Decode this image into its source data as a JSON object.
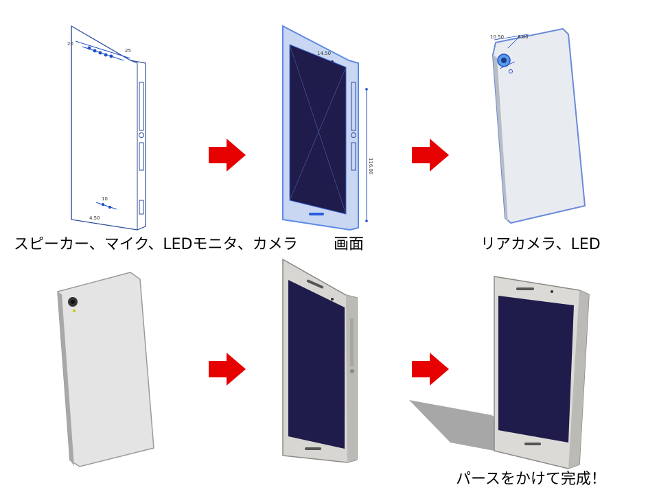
{
  "captions": {
    "step1": "スピーカー、マイク、LEDモニタ、カメラ",
    "step2": "画面",
    "step3": "リアカメラ、LED",
    "step6": "パースをかけて完成！"
  },
  "dimensions": {
    "d1": "20",
    "d2": "25",
    "d3": "14.50",
    "d4": "116.80",
    "d5": "10.50",
    "d6": "8.80",
    "d7": "10",
    "d8": "4.50"
  },
  "colors": {
    "arrow_red": "#e60000",
    "screen_navy": "#1f1b4a",
    "frame_silver": "#d8d6d2",
    "sketch_blue": "#1e50c8"
  }
}
